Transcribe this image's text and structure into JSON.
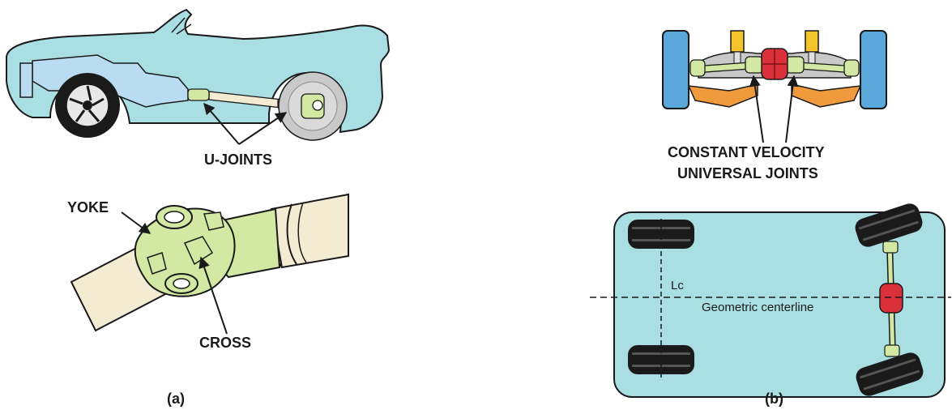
{
  "panel_a": {
    "caption": "(a)",
    "u_joints_label": "U-JOINTS",
    "yoke_label": "YOKE",
    "cross_label": "CROSS"
  },
  "panel_b": {
    "caption": "(b)",
    "cv_label_line1": "CONSTANT VELOCITY",
    "cv_label_line2": "UNIVERSAL JOINTS",
    "lc_label": "Lc",
    "centerline_label": "Geometric centerline"
  },
  "colors": {
    "body_fill": "#a9dfe3",
    "component_blue": "#b9dcf2",
    "joint_green": "#d3e8a2",
    "shaft_tan": "#f4ecd2",
    "tire_black": "#1a1a1a",
    "diff_red": "#d9303a",
    "spring_yellow": "#f4c42b",
    "arm_orange": "#f09a3e",
    "wheel_blue": "#5aa7dc",
    "rotor_gray": "#c9c9c9"
  }
}
